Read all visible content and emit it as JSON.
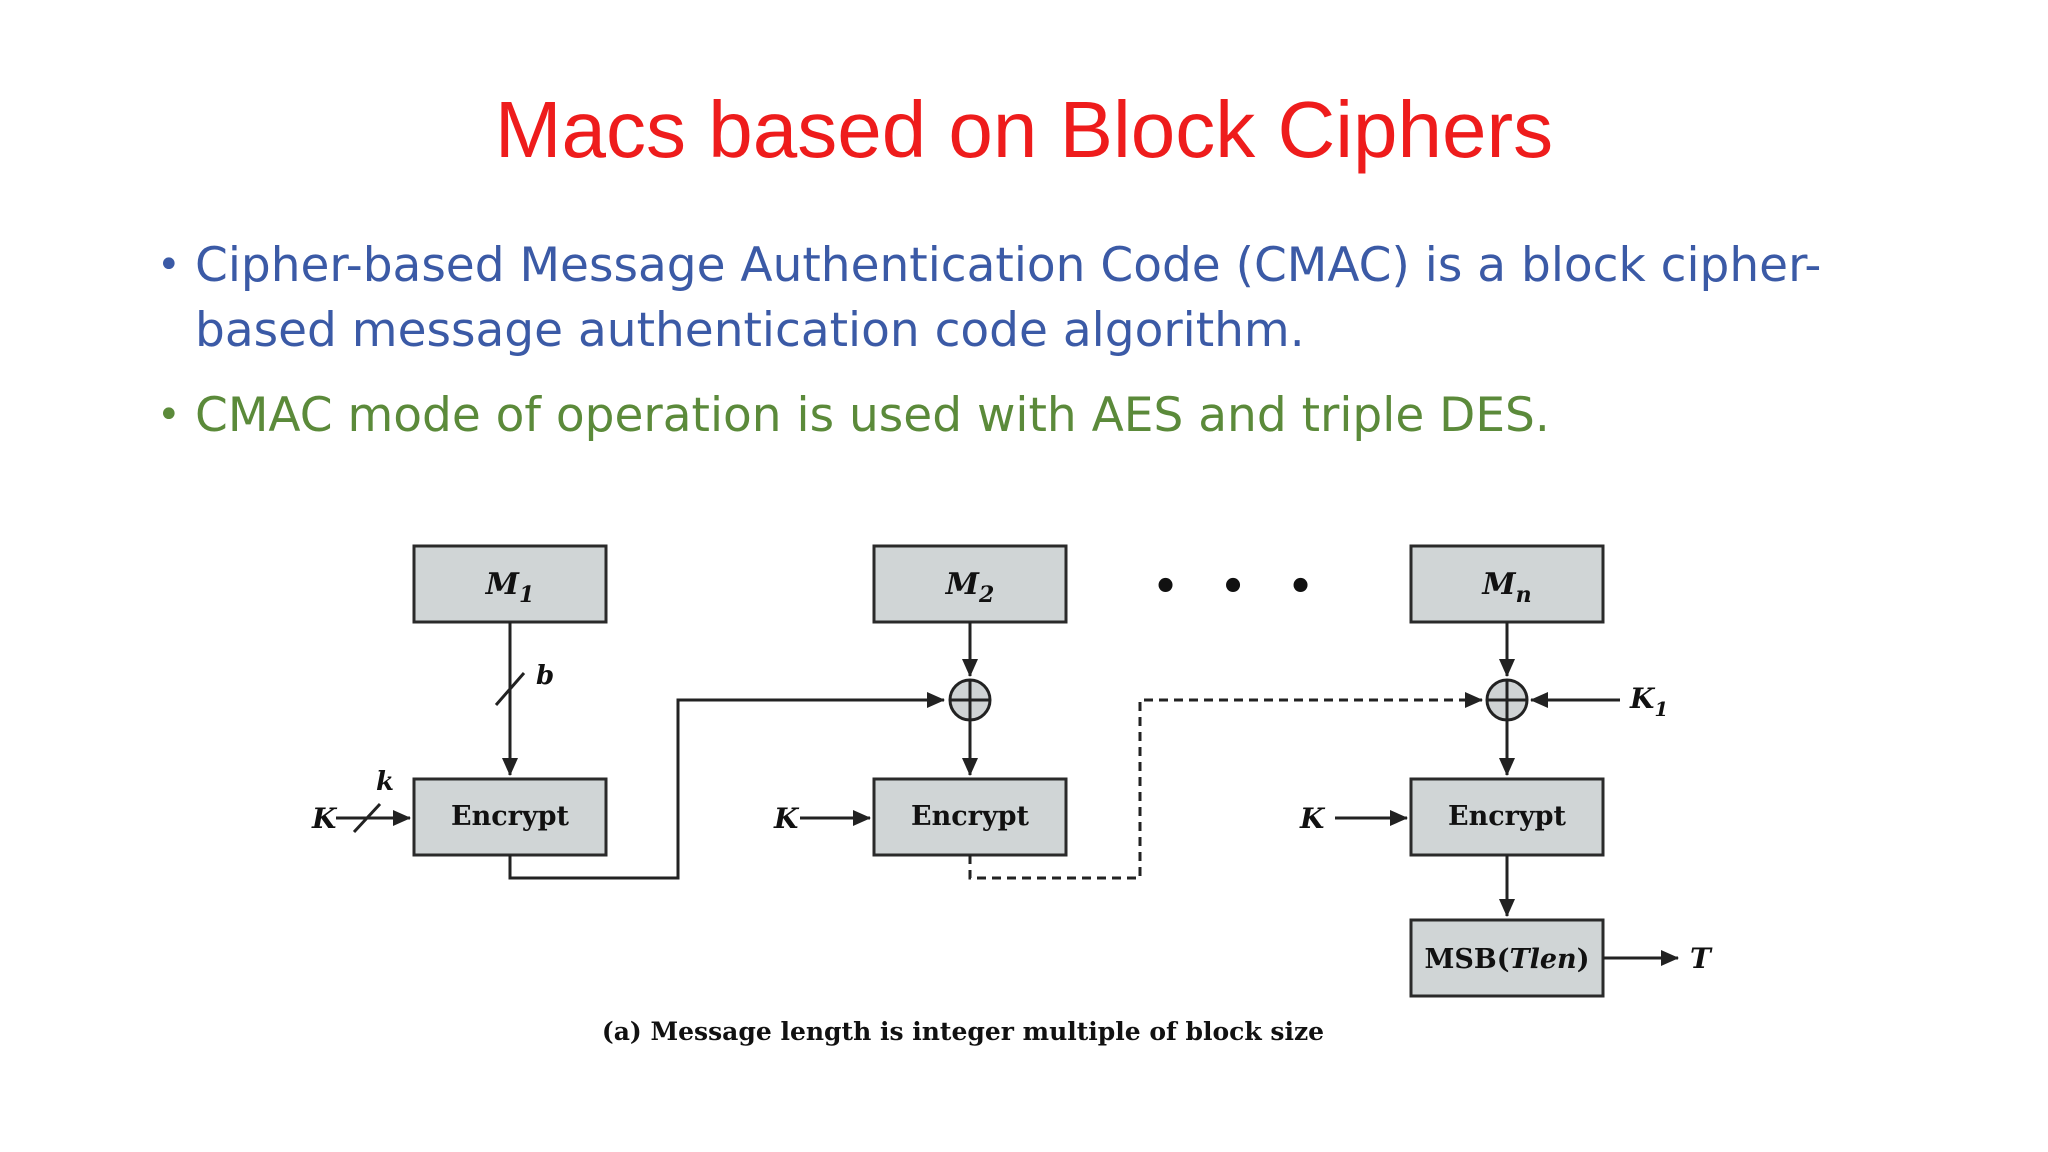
{
  "title": "Macs based on Block Ciphers",
  "bullets": [
    {
      "marker": "•",
      "line1": "Cipher-based Message Authentication Code (CMAC) is a block cipher-",
      "line2": "based message authentication code algorithm.",
      "color": "#3b5aa6"
    },
    {
      "marker": "•",
      "text": "CMAC mode of operation is used with AES and triple DES.",
      "color": "#5b8a3a"
    }
  ],
  "diagram": {
    "message_blocks": [
      {
        "base": "M",
        "sub": "1"
      },
      {
        "base": "M",
        "sub": "2"
      },
      {
        "base": "M",
        "sub": "n"
      }
    ],
    "ellipsis": "• • •",
    "encrypt_label": "Encrypt",
    "key_label": "K",
    "subkey": {
      "base": "K",
      "sub": "1"
    },
    "width_labels": {
      "block": "b",
      "key": "k"
    },
    "msb": {
      "prefix": "MSB(",
      "arg": "Tlen",
      "suffix": ")"
    },
    "output_label": "T",
    "caption": "(a) Message length is integer multiple of block size"
  }
}
